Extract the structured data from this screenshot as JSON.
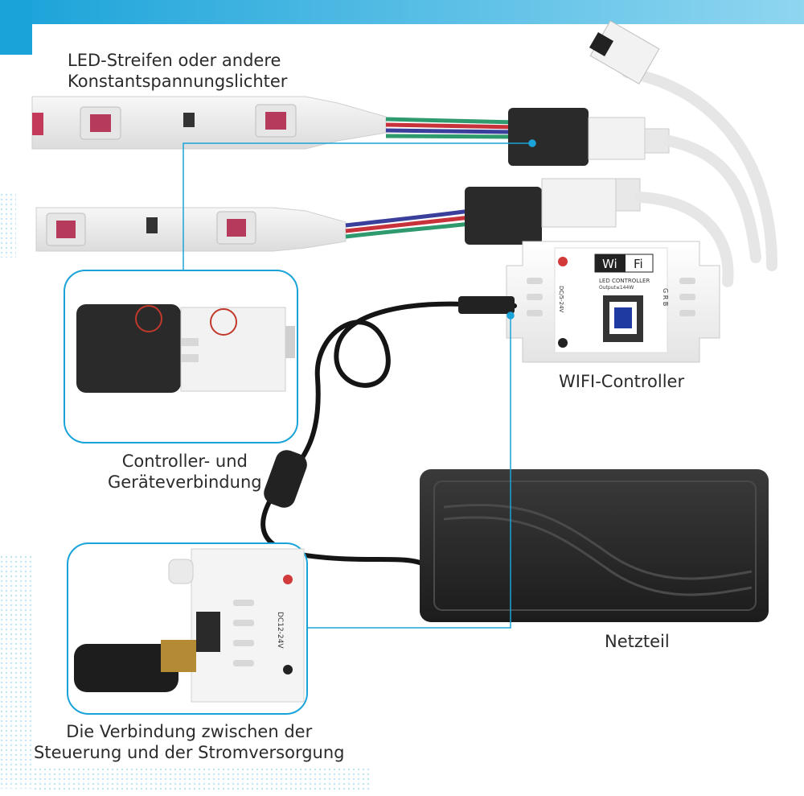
{
  "labels": {
    "strip_line1": "LED-Streifen oder andere",
    "strip_line2": "Konstantspannungslichter",
    "connection_line1": "Controller- und",
    "connection_line2": "Geräteverbindung",
    "wifi_controller": "WIFI-Controller",
    "power_supply": "Netzteil",
    "power_connection_line1": "Die Verbindung zwischen der",
    "power_connection_line2": "Steuerung und der Stromversorgung"
  },
  "controller": {
    "badge_wi": "Wi",
    "badge_fi": "Fi",
    "title": "LED CONTROLLER",
    "output": "Output≤144W",
    "voltage": "DC/5-24V",
    "pins": "G R B"
  },
  "power_block": {
    "voltage": "DC12-24V"
  },
  "colors": {
    "accent": "#1aa3d9",
    "accent_light": "#8fd6f0",
    "wire_red": "#c8323a",
    "wire_green": "#2e9a6e",
    "wire_blue": "#3a3f9c",
    "connector_black": "#2a2a2a",
    "plastic_white": "#f2f2f2"
  }
}
